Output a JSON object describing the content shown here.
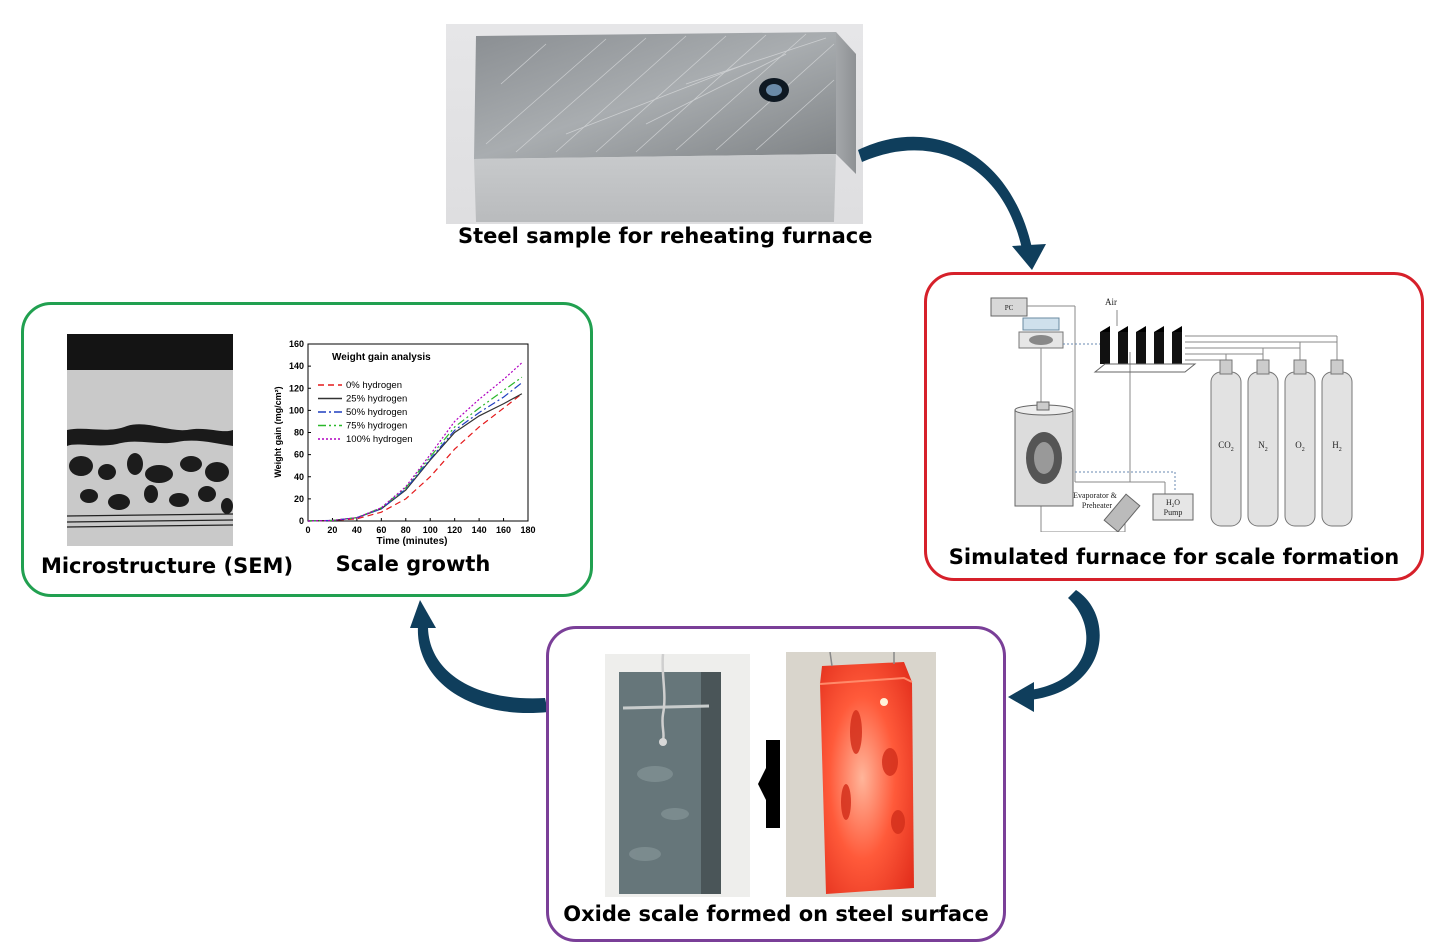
{
  "captions": {
    "steel": "Steel sample for reheating furnace",
    "furnace": "Simulated furnace for scale formation",
    "oxide": "Oxide  scale formed on steel surface",
    "microstructure": "Microstructure (SEM)",
    "scale_growth": "Scale growth"
  },
  "colors": {
    "furnace_border": "#d6202a",
    "analysis_border": "#21a050",
    "oxide_border": "#7a3f98",
    "arrow": "#0f3e5c"
  },
  "furnace_diagram": {
    "pc": "PC",
    "air": "Air",
    "evaporator": "Evaporator &",
    "preheater": "Preheater",
    "pump_top": "H",
    "pump_sub": "2",
    "pump_o": "O",
    "pump": "Pump",
    "cylinders": [
      {
        "main": "CO",
        "sub": "2"
      },
      {
        "main": "N",
        "sub": "2"
      },
      {
        "main": "O",
        "sub": "2"
      },
      {
        "main": "H",
        "sub": "2"
      }
    ]
  },
  "chart_data": {
    "type": "line",
    "title": "Weight gain analysis",
    "xlabel": "Time (minutes)",
    "ylabel": "Weight gain (mg/cm²)",
    "xlim": [
      0,
      180
    ],
    "ylim": [
      0,
      160
    ],
    "xticks": [
      0,
      20,
      40,
      60,
      80,
      100,
      120,
      140,
      160,
      180
    ],
    "yticks": [
      0,
      20,
      40,
      60,
      80,
      100,
      120,
      140,
      160
    ],
    "grid": false,
    "legend": "top-left",
    "x": [
      0,
      20,
      40,
      60,
      80,
      100,
      120,
      140,
      160,
      175
    ],
    "series": [
      {
        "name": "0% hydrogen",
        "color": "#e41a1c",
        "dash": "6,4",
        "values": [
          0,
          0.5,
          2,
          8,
          20,
          40,
          65,
          85,
          102,
          115
        ]
      },
      {
        "name": "25% hydrogen",
        "color": "#333333",
        "dash": "",
        "values": [
          0,
          0.5,
          3,
          11,
          28,
          55,
          80,
          95,
          106,
          115
        ]
      },
      {
        "name": "50% hydrogen",
        "color": "#1f3fbf",
        "dash": "8,3,2,3",
        "values": [
          0,
          0.5,
          3,
          11,
          29,
          56,
          82,
          98,
          112,
          125
        ]
      },
      {
        "name": "75% hydrogen",
        "color": "#2ab82a",
        "dash": "8,3,2,3,2,3",
        "values": [
          0,
          0.5,
          3,
          12,
          30,
          58,
          85,
          102,
          118,
          130
        ]
      },
      {
        "name": "100% hydrogen",
        "color": "#b000c0",
        "dash": "2,2",
        "values": [
          0,
          0.5,
          3,
          12,
          31,
          60,
          90,
          110,
          128,
          143
        ]
      }
    ]
  }
}
